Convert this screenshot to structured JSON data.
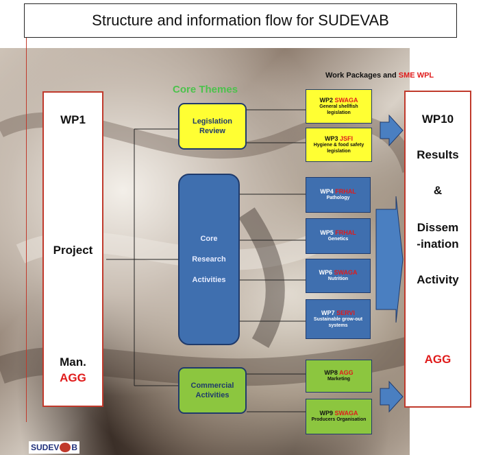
{
  "title": "Structure and information flow for SUDEVAB",
  "wpl_header": {
    "text": "Work Packages and ",
    "red": "SME WPL"
  },
  "core_themes_label": "Core Themes",
  "wp1": {
    "line1": "WP1",
    "line2": "Project",
    "line3": "Man.",
    "line4": "AGG"
  },
  "wp10": {
    "line1": "WP10",
    "line2": "Results",
    "line3": "&",
    "line4": "Dissem",
    "line5": "-ination",
    "line6": "Activity",
    "line7": "AGG"
  },
  "themes": {
    "legislation": [
      "Legislation",
      "Review"
    ],
    "research": [
      "Core",
      "Research",
      "Activities"
    ],
    "commercial": [
      "Commercial",
      "Activities"
    ]
  },
  "work_packages": [
    {
      "id": "WP2",
      "lead": "SWAGA",
      "desc": "General shellfish legislation"
    },
    {
      "id": "WP3",
      "lead": "JSFI",
      "desc": "Hygiene & food safety legislation"
    },
    {
      "id": "WP4",
      "lead": "FRHAL",
      "desc": "Pathology"
    },
    {
      "id": "WP5",
      "lead": "FRHAL",
      "desc": "Genetics"
    },
    {
      "id": "WP6",
      "lead": "SWAGA",
      "desc": "Nutrition"
    },
    {
      "id": "WP7",
      "lead": "SERVI",
      "desc": "Sustainable grow-out systems"
    },
    {
      "id": "WP8",
      "lead": "AGG",
      "desc": "Marketing"
    },
    {
      "id": "WP9",
      "lead": "SWAGA",
      "desc": "Producers Organisation"
    }
  ],
  "logo": {
    "left": "SUDEV",
    "right": "B"
  },
  "colors": {
    "accent_red": "#e01b1b",
    "frame_red": "#c0392b",
    "yellow": "#ffff33",
    "blue": "#3f6faf",
    "green": "#8cc63f",
    "arrow_blue": "#4a7fc1"
  }
}
